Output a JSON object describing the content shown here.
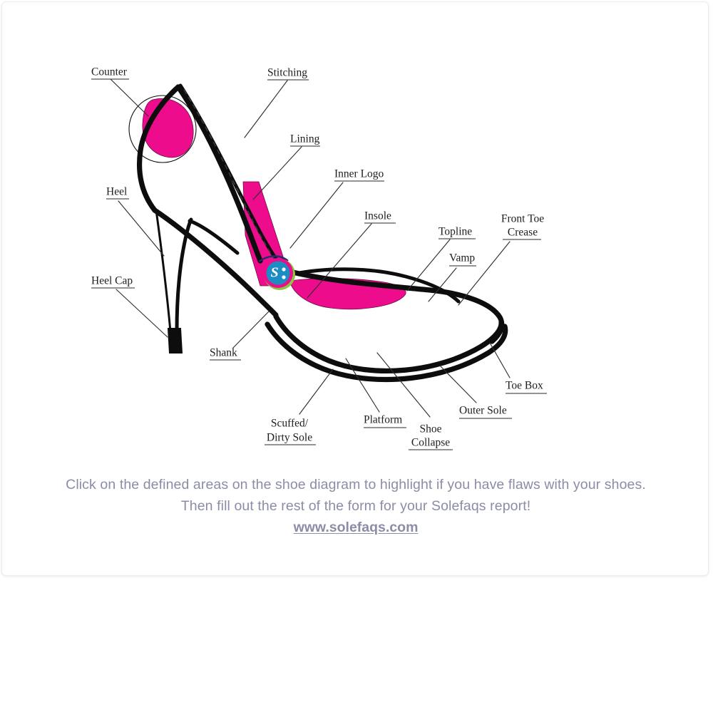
{
  "diagram": {
    "title_alt": "Shoe anatomy diagram",
    "colors": {
      "pink": "#EC0C8C",
      "ink": "#0d0d0d",
      "logo_blue": "#1C8DC4",
      "logo_green": "#8CC63F",
      "instruction_text": "#8b8da6"
    },
    "labels": [
      {
        "id": "counter",
        "text": "Counter"
      },
      {
        "id": "stitching",
        "text": "Stitching"
      },
      {
        "id": "lining",
        "text": "Lining"
      },
      {
        "id": "inner-logo",
        "text": "Inner Logo"
      },
      {
        "id": "heel",
        "text": "Heel"
      },
      {
        "id": "insole",
        "text": "Insole"
      },
      {
        "id": "topline",
        "text": "Topline"
      },
      {
        "id": "front-toe",
        "text": "Front Toe"
      },
      {
        "id": "crease",
        "text": "Crease"
      },
      {
        "id": "vamp",
        "text": "Vamp"
      },
      {
        "id": "heel-cap",
        "text": "Heel Cap"
      },
      {
        "id": "shank",
        "text": "Shank"
      },
      {
        "id": "scuffed",
        "text": "Scuffed/"
      },
      {
        "id": "dirty-sole",
        "text": "Dirty Sole"
      },
      {
        "id": "platform",
        "text": "Platform"
      },
      {
        "id": "shoe",
        "text": "Shoe"
      },
      {
        "id": "collapse",
        "text": "Collapse"
      },
      {
        "id": "outer-sole",
        "text": "Outer Sole"
      },
      {
        "id": "toe-box",
        "text": "Toe Box"
      }
    ],
    "logo": {
      "letter": "S",
      "dots": ":"
    }
  },
  "instructions": {
    "line1": "Click on the defined areas on the shoe diagram to highlight if you have flaws with your shoes.",
    "line2": "Then fill out the rest of the form for your Solefaqs report!",
    "link": "www.solefaqs.com"
  }
}
